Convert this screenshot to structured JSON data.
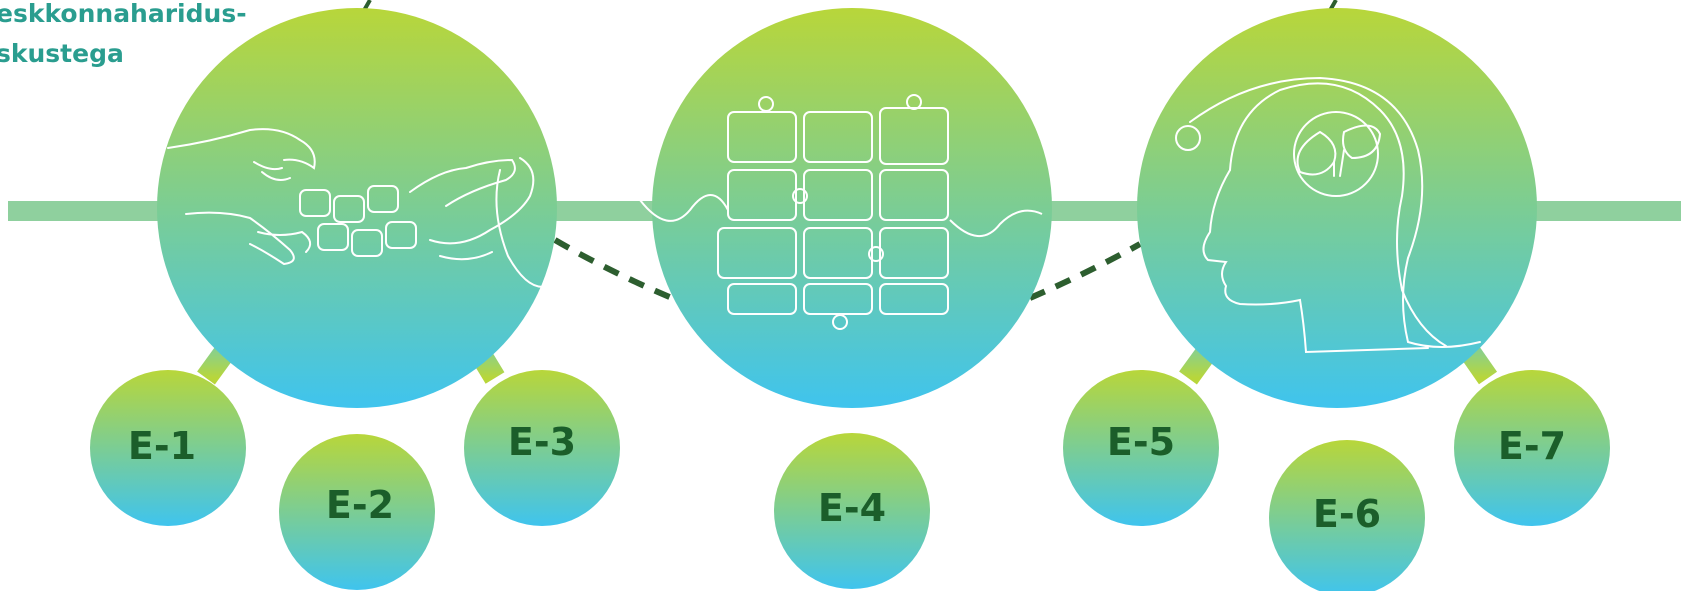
{
  "heading": {
    "line1": "eskkonnaharidus-",
    "line2": "skustega"
  },
  "hubs": [
    {
      "illustration": "hands-holding-puzzle-icon"
    },
    {
      "illustration": "puzzle-pieces-icon"
    },
    {
      "illustration": "head-with-sprout-icon"
    }
  ],
  "nodes": [
    "E-1",
    "E-2",
    "E-3",
    "E-4",
    "E-5",
    "E-6",
    "E-7"
  ],
  "colors": {
    "gradient_top": "#b8d63a",
    "gradient_bottom": "#3fc4ee",
    "timeline": "#8fd09e",
    "dashed_link": "#2d5e2f",
    "label": "#1b5e2a",
    "heading": "#2a9d8f"
  }
}
